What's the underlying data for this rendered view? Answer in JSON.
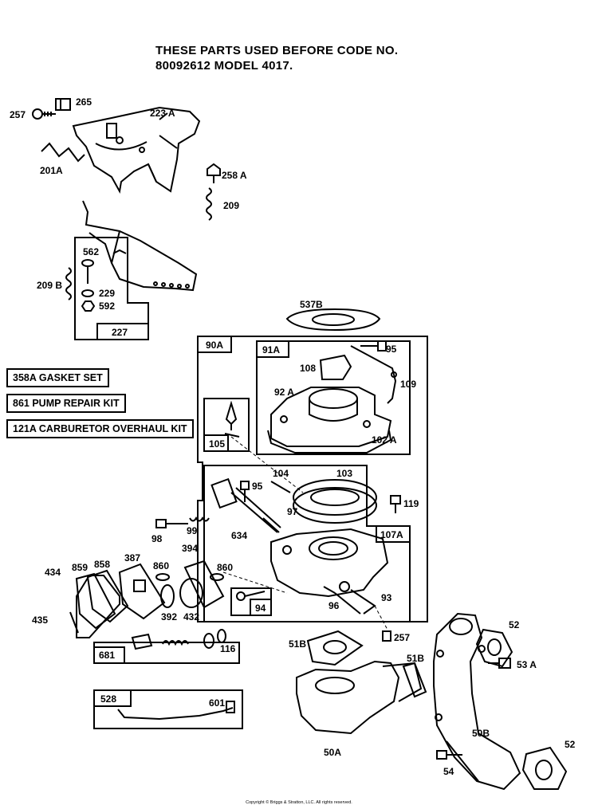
{
  "header": {
    "line1": "THESE PARTS USED BEFORE CODE NO.",
    "line2": "80092612 MODEL 4017."
  },
  "kits": [
    {
      "label": "358A GASKET SET"
    },
    {
      "label": "861  PUMP REPAIR KIT"
    },
    {
      "label": "121A CARBURETOR OVERHAUL KIT"
    }
  ],
  "parts": {
    "p257a": "257",
    "p265": "265",
    "p223a": "223 A",
    "p201a": "201A",
    "p258a": "258 A",
    "p209": "209",
    "p562": "562",
    "p209b": "209 B",
    "p229": "229",
    "p592": "592",
    "p227": "227",
    "p537b": "537B",
    "p90a": "90A",
    "p91a": "91A",
    "p95a": "95",
    "p108": "108",
    "p109": "109",
    "p92a": "92 A",
    "p102a": "102 A",
    "p105": "105",
    "p104": "104",
    "p103": "103",
    "p95b": "95",
    "p119": "119",
    "p97": "97",
    "p98": "98",
    "p99": "99",
    "p634": "634",
    "p107a": "107A",
    "p387": "387",
    "p394": "394",
    "p434": "434",
    "p859": "859",
    "p858": "858",
    "p860a": "860",
    "p860b": "860",
    "p435": "435",
    "p392": "392",
    "p432": "432",
    "p94": "94",
    "p96": "96",
    "p93": "93",
    "p681": "681",
    "p116": "116",
    "p257b": "257",
    "p51b_a": "51B",
    "p51b_b": "51B",
    "p52a": "52",
    "p53a": "53 A",
    "p528": "528",
    "p601": "601",
    "p50a": "50A",
    "p50b": "50B",
    "p52b": "52",
    "p54": "54"
  },
  "footer": {
    "copyright": "Copyright © Briggs & Stratton, LLC. All rights reserved."
  }
}
